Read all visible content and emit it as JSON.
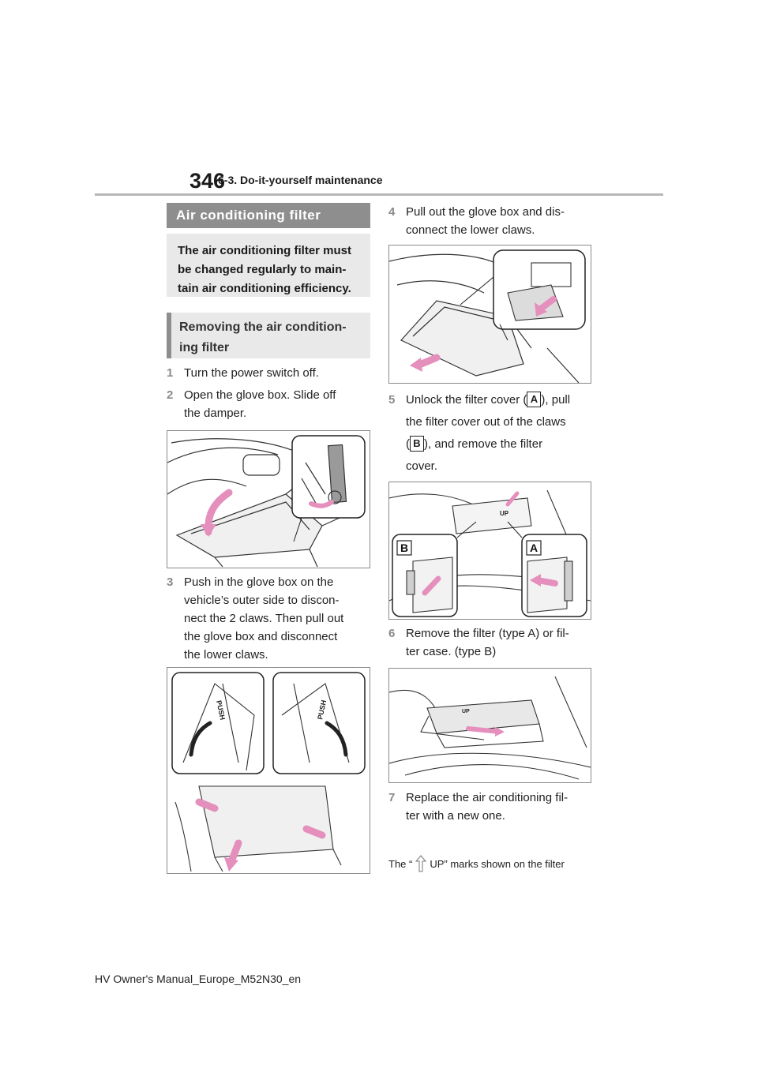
{
  "header": {
    "page_number": "346",
    "section": "6-3. Do-it-yourself maintenance"
  },
  "left": {
    "heading": "Air conditioning filter",
    "intro": [
      "The air conditioning filter must",
      "be changed regularly to main-",
      "tain air conditioning efficiency."
    ],
    "subheading": [
      "Removing the air condition-",
      "ing filter"
    ]
  },
  "steps": [
    {
      "num": "1",
      "lines": [
        "Turn the power switch off."
      ]
    },
    {
      "num": "2",
      "lines": [
        "Open the glove box. Slide off",
        "the damper."
      ]
    },
    {
      "num": "3",
      "lines": [
        "Push in the glove box on the",
        "vehicle’s outer side to discon-",
        "nect the 2 claws. Then pull out",
        "the glove box and disconnect",
        "the lower claws."
      ]
    },
    {
      "num": "4",
      "lines": [
        "Pull out the glove box and dis-",
        "connect the lower claws."
      ]
    },
    {
      "num": "5",
      "line1_before": "Unlock the filter cover (",
      "label_a": "A",
      "line1_after": "), pull",
      "line2": "the filter cover out of the claws",
      "line3_before": "(",
      "label_b": "B",
      "line3_after": "), and remove the filter",
      "line4": "cover."
    },
    {
      "num": "6",
      "lines": [
        "Remove the filter (type A) or fil-",
        "ter case. (type B)"
      ]
    },
    {
      "num": "7",
      "lines": [
        "Replace the air conditioning fil-",
        "ter with a new one."
      ]
    }
  ],
  "figures": {
    "push_label": "PUSH",
    "up_label": "UP",
    "callout_a": "A",
    "callout_b": "B"
  },
  "note": {
    "before": "The “",
    "after": "UP” marks shown on the filter"
  },
  "footer": "HV Owner's Manual_Europe_M52N30_en",
  "colors": {
    "accent_gray": "#8e8e8e",
    "box_gray": "#e9e9e9",
    "arrow_pink": "#e58fbd",
    "step_number": "#8a8a8a"
  }
}
